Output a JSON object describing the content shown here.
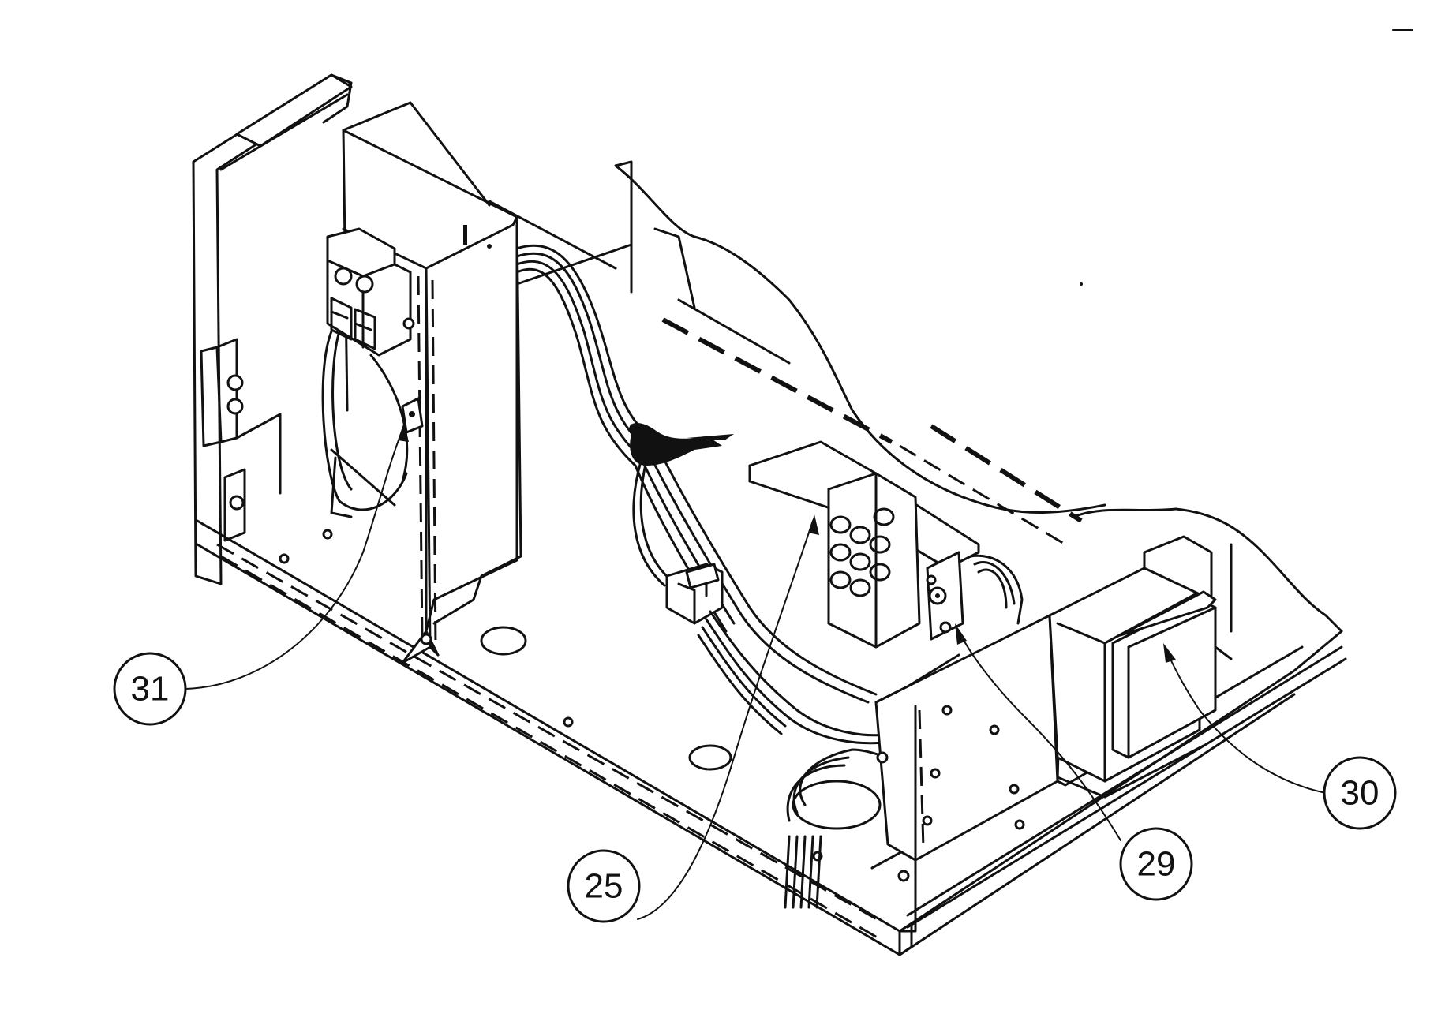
{
  "callouts": [
    {
      "id": "31",
      "label": "31"
    },
    {
      "id": "25",
      "label": "25"
    },
    {
      "id": "29",
      "label": "29"
    },
    {
      "id": "30",
      "label": "30"
    }
  ]
}
